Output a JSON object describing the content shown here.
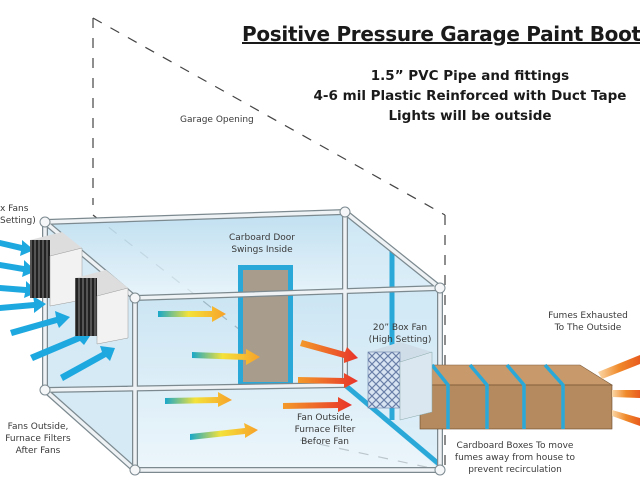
{
  "title": "Positive Pressure Garage Paint Booth",
  "specs": [
    "1.5” PVC Pipe and fittings",
    "4-6 mil Plastic Reinforced with Duct Tape",
    "Lights will be outside"
  ],
  "labels": {
    "garage_opening": "Garage Opening",
    "intake_fans": [
      "x Fans",
      "Setting)"
    ],
    "door": [
      "Carboard  Door",
      "Swings Inside"
    ],
    "box_fan": [
      "20” Box Fan",
      "(High Setting)"
    ],
    "fans_outside": [
      "Fans Outside,",
      "Furnace Filters",
      "After Fans"
    ],
    "fan_outside": [
      "Fan Outside,",
      "Furnace Filter",
      "Before Fan"
    ],
    "fumes": [
      "Fumes Exhausted",
      "To The Outside"
    ],
    "cardboard": [
      "Cardboard Boxes To move",
      "fumes away from house to",
      "prevent recirculation"
    ]
  },
  "colors": {
    "intake_arrow": "#1ea8e0",
    "exhaust_arrow": "#f06a28",
    "plastic": "#cfe6f3",
    "pvc": "#e8ecee",
    "cardboard": "#b58a5e",
    "tape": "#2aa9d9",
    "door": "#a89c8c"
  }
}
